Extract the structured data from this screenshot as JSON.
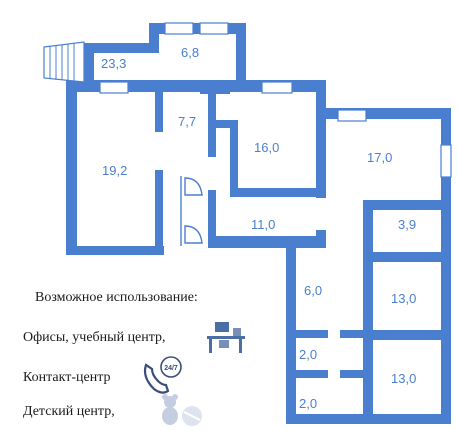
{
  "rooms": [
    {
      "area": "23,3"
    },
    {
      "area": "6,8"
    },
    {
      "area": "7,7"
    },
    {
      "area": "19,2"
    },
    {
      "area": "16,0"
    },
    {
      "area": "11,0"
    },
    {
      "area": "17,0"
    },
    {
      "area": "3,9"
    },
    {
      "area": "6,0"
    },
    {
      "area": "13,0"
    },
    {
      "area": "2,0"
    },
    {
      "area": "13,0"
    },
    {
      "area": "2,0"
    }
  ],
  "usage": {
    "heading": "Возможное использование:",
    "offices": "Офисы, учебный центр,",
    "contact": "Контакт-центр",
    "kids": "Детский центр,"
  },
  "icons": {
    "offices": "office-desk-icon",
    "contact": "phone-24-7-icon",
    "kids": "teddy-bear-icon",
    "badge": "24/7"
  },
  "colors": {
    "wall": "#4a7fd0",
    "text": "#1a1a1a"
  }
}
